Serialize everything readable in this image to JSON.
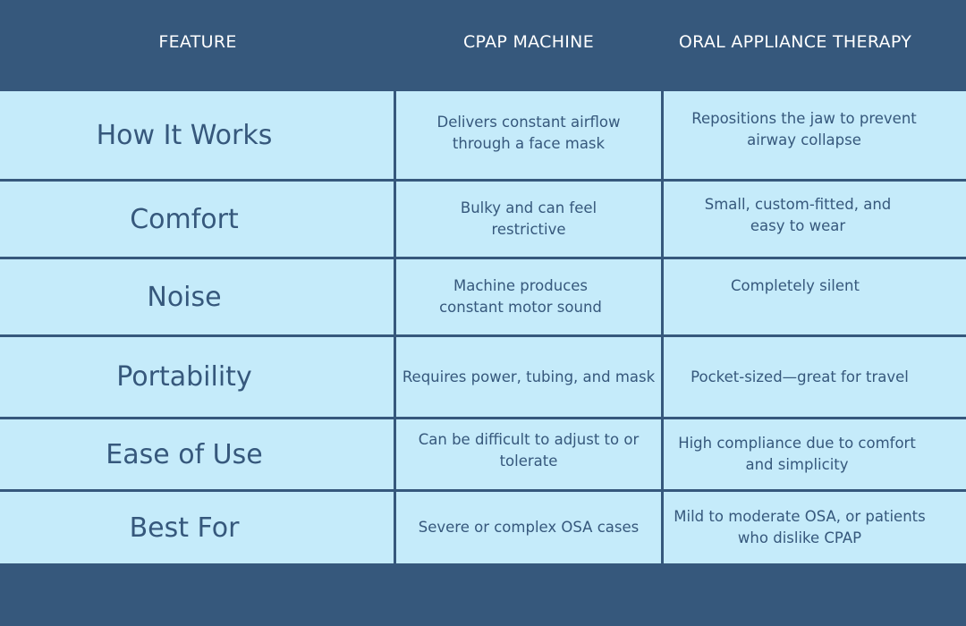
{
  "header": {
    "feature": "FEATURE",
    "cpap": "CPAP MACHINE",
    "oral": "ORAL APPLIANCE THERAPY"
  },
  "rows": [
    {
      "feature": "How It Works",
      "cpap": "Delivers constant airflow through a face mask",
      "oral": "Repositions the jaw to prevent airway collapse"
    },
    {
      "feature": "Comfort",
      "cpap": "Bulky and can feel restrictive",
      "oral": "Small, custom-fitted, and easy to wear"
    },
    {
      "feature": "Noise",
      "cpap": "Machine produces constant motor sound",
      "oral": "Completely silent"
    },
    {
      "feature": "Portability",
      "cpap": "Requires power, tubing, and mask",
      "oral": "Pocket-sized—great for travel"
    },
    {
      "feature": "Ease of Use",
      "cpap": "Can be difficult to adjust to or tolerate",
      "oral": "High compliance due to comfort and simplicity"
    },
    {
      "feature": "Best For",
      "cpap": "Severe or complex OSA cases",
      "oral": "Mild to moderate OSA, or patients who dislike CPAP"
    }
  ],
  "colors": {
    "header_bg": "#36587c",
    "cell_bg": "#c5ebfa",
    "text": "#36587c"
  }
}
